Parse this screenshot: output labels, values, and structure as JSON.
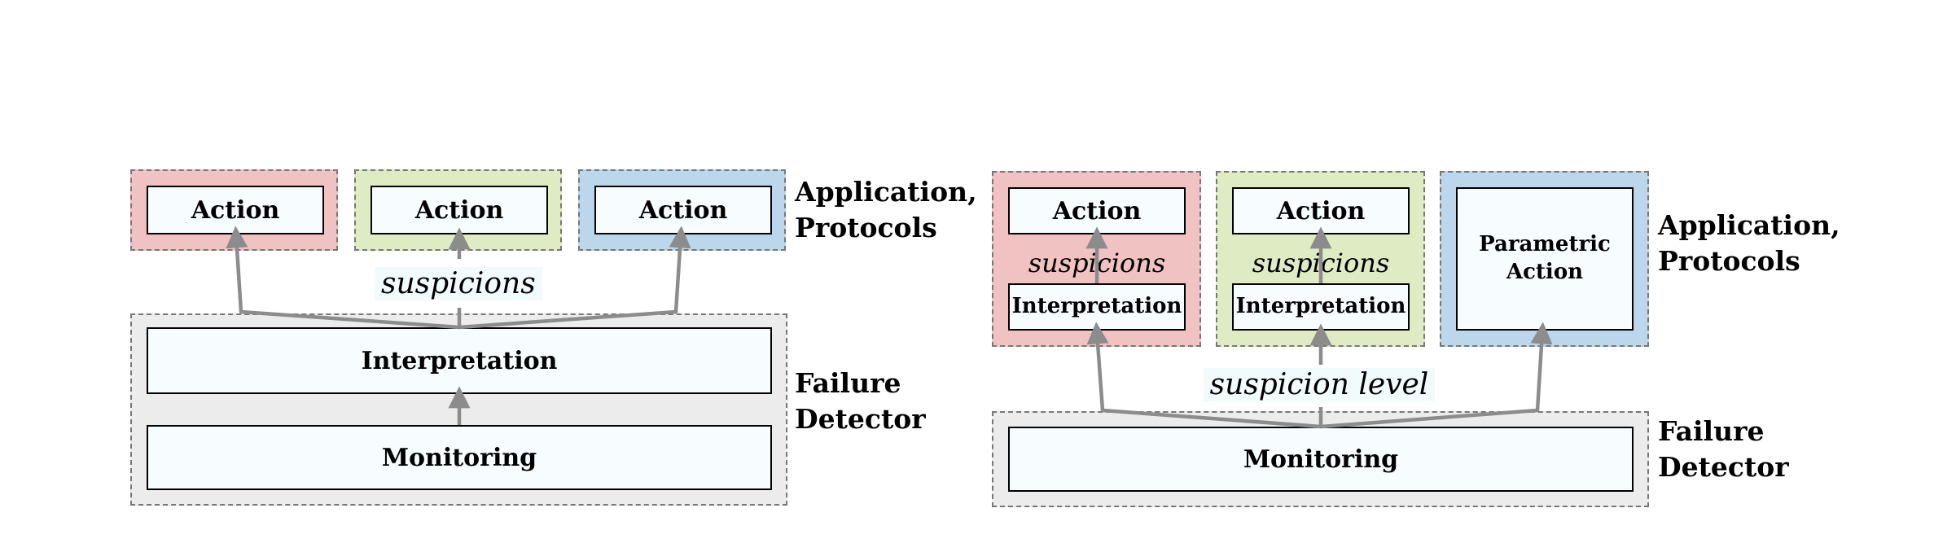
{
  "left": {
    "actions": [
      "Action",
      "Action",
      "Action"
    ],
    "suspicions": "suspicions",
    "interpretation": "Interpretation",
    "monitoring": "Monitoring",
    "app_label": [
      "Application,",
      "Protocols"
    ],
    "fd_label": [
      "Failure",
      "Detector"
    ]
  },
  "right": {
    "actions": [
      "Action",
      "Action"
    ],
    "suspicions": [
      "suspicions",
      "suspicions"
    ],
    "interpretations": [
      "Interpretation",
      "Interpretation"
    ],
    "parametric_action": [
      "Parametric",
      "Action"
    ],
    "suspicion_level": "suspicion level",
    "monitoring": "Monitoring",
    "app_label": [
      "Application,",
      "Protocols"
    ],
    "fd_label": [
      "Failure",
      "Detector"
    ]
  },
  "colors": {
    "red_group": "#f0c2c2",
    "green_group": "#deebc3",
    "blue_group": "#bcd6ec",
    "gray_group": "#ececec",
    "box_fill": "#f7fdfe",
    "arrow": "#8c8c8c"
  }
}
